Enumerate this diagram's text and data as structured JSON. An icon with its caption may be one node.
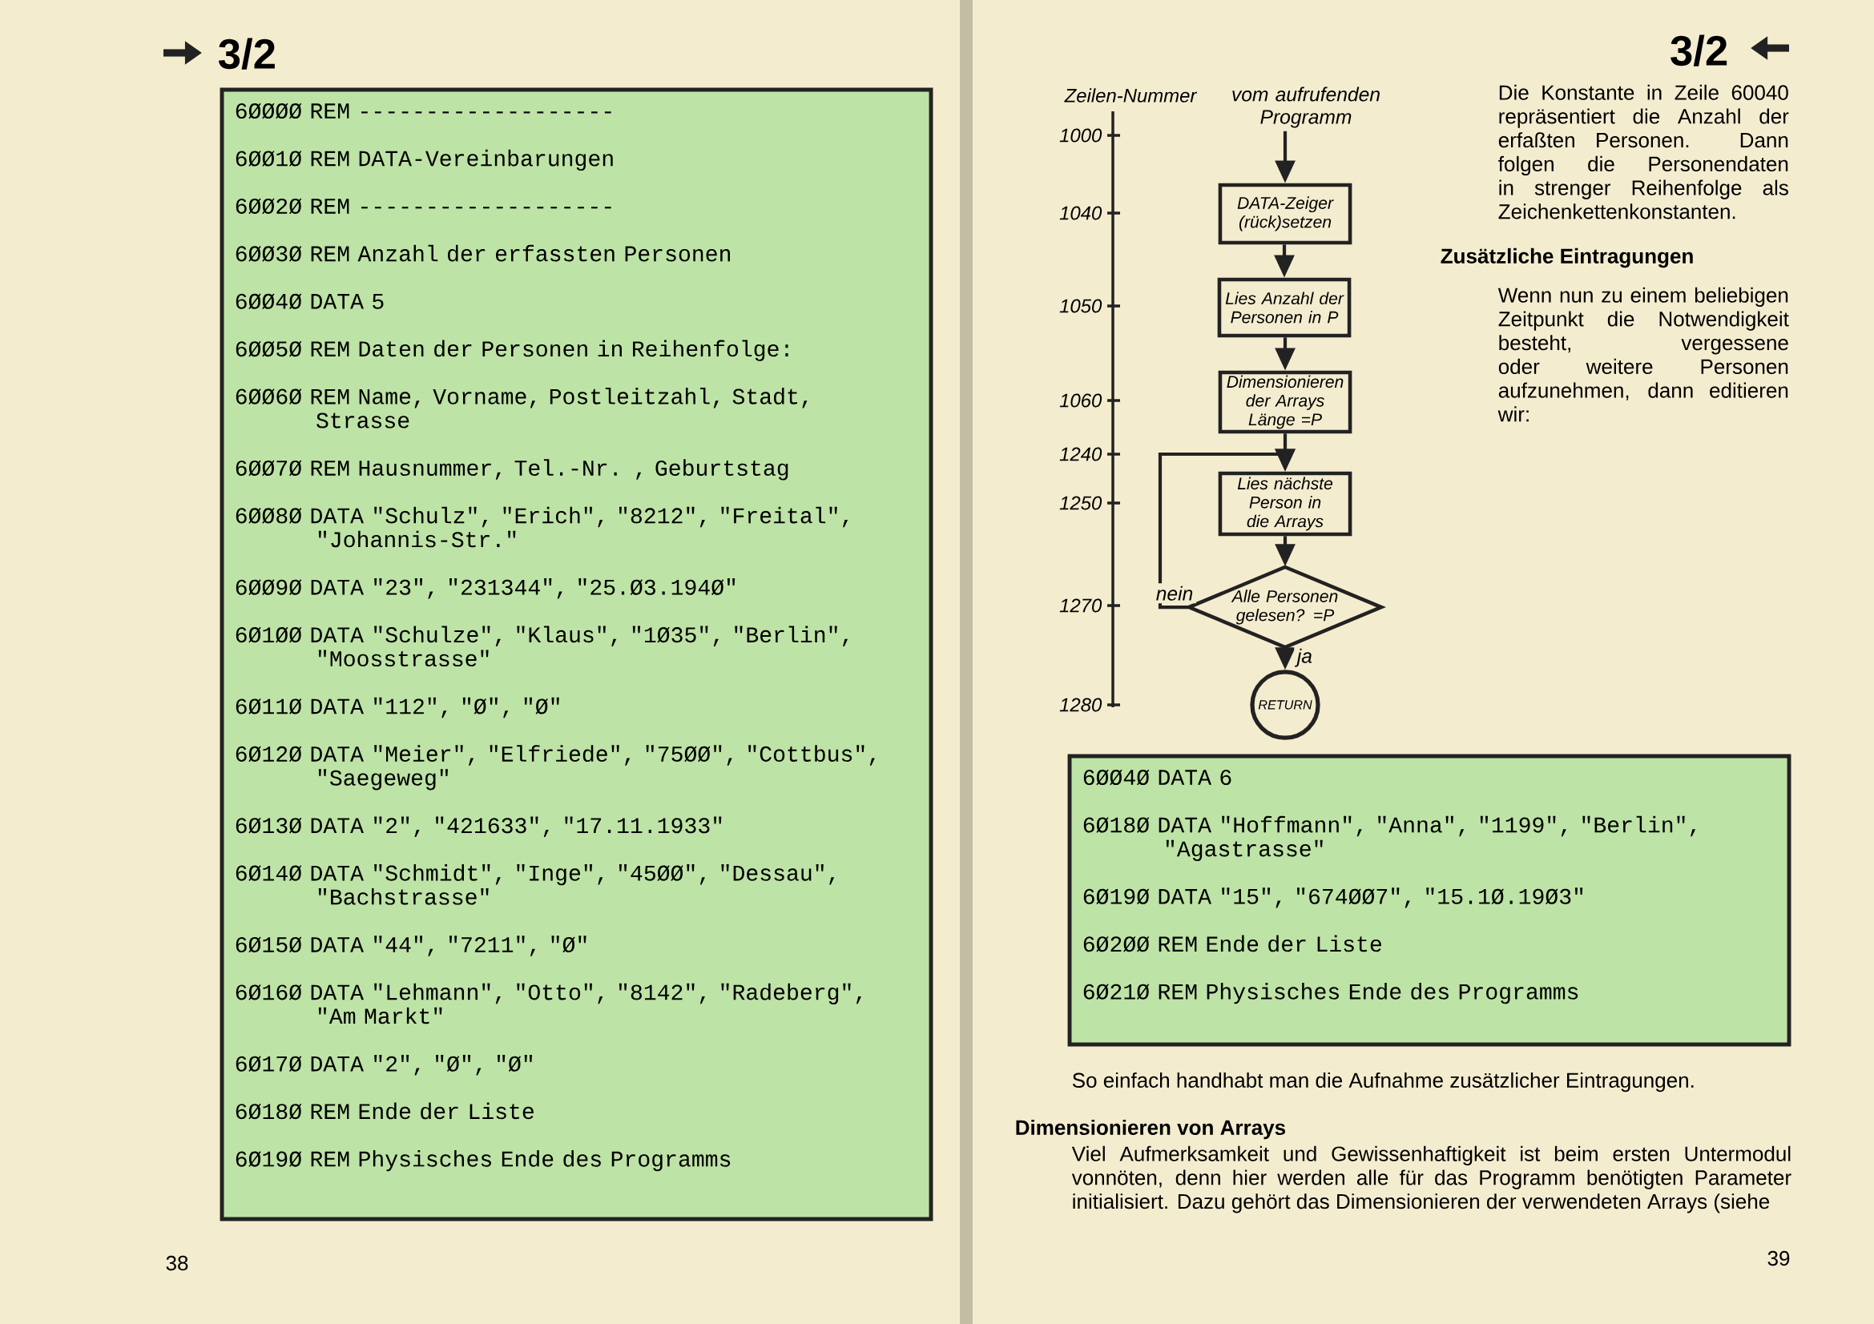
{
  "diagram": {
    "nodes": [
      {
        "text": [
          "6ØØØØ REM -------------------",
          "6ØØ1Ø REM DATA-Vereinbarungen",
          "6ØØ2Ø REM -------------------",
          "6ØØ3Ø REM Anzahl der erfassten Personen",
          "6ØØ4Ø DATA 5",
          "6ØØ5Ø REM Daten der Personen in Reihenfolge:",
          "6ØØ6Ø REM Name, Vorname, Postleitzahl, Stadt, Strasse",
          "6ØØ7Ø REM Hausnummer, Tel.-Nr. , Geburtstag",
          "6ØØ8Ø DATA \"Schulz\", \"Erich\", \"8212\", \"Freital\", \"Johannis-Str.\"",
          "6ØØ9Ø DATA \"23\", \"231344\", \"25.Ø3.194Ø\"",
          "6Ø1ØØ DATA \"Schulze\", \"Klaus\", \"1Ø35\", \"Berlin\", \"Moosstrasse\"",
          "6Ø11Ø DATA \"112\", \"Ø\", \"Ø\"",
          "6Ø12Ø DATA \"Meier\", \"Elfriede\", \"75ØØ\", \"Cottbus\", \"Saegeweg\"",
          "6Ø13Ø DATA \"2\", \"421633\", \"17.11.1933\"",
          "6Ø14Ø DATA \"Schmidt\", \"Inge\", \"45ØØ\", \"Dessau\", \"Bachstrasse\"",
          "6Ø15Ø DATA \"44\", \"7211\", \"Ø\"",
          "6Ø16Ø DATA \"Lehmann\", \"Otto\", \"8142\", \"Radeberg\", \"Am Markt\"",
          "6Ø17Ø DATA \"2\", \"Ø\", \"Ø\"",
          "6Ø18Ø REM Ende der Liste",
          "6Ø19Ø REM Physisches Ende des Programms"
        ]
      },
      {
        "text": [
          "vom aufrufenden Programm"
        ]
      },
      {
        "text": [
          "DATA-Zeiger (rück)setzen"
        ]
      },
      {
        "text": [
          "Lies Anzahl der Personen in P"
        ]
      },
      {
        "text": [
          "Dimensionieren der Arrays Länge =P"
        ]
      },
      {
        "text": [
          "Lies nächste Person in die Arrays"
        ]
      },
      {
        "text": [
          "Alle Personen gelesen? =P"
        ]
      },
      {
        "text": [
          "RETURN"
        ]
      },
      {
        "text": [
          "6ØØ4Ø DATA 6",
          "6Ø18Ø DATA \"Hoffmann\", \"Anna\", \"1199\", \"Berlin\", \"Agastrasse\"",
          "6Ø19Ø DATA \"15\", \"674ØØ7\", \"15.1Ø.19Ø3\"",
          "6Ø2ØØ REM Ende der Liste",
          "6Ø21Ø REM Physisches Ende des Programms"
        ]
      }
    ],
    "edges": [
      {
        "from": 1,
        "to": 2,
        "arrow": "to"
      },
      {
        "from": 2,
        "to": 3,
        "arrow": "to"
      },
      {
        "from": 3,
        "to": 4,
        "arrow": "to"
      },
      {
        "from": 4,
        "to": 5,
        "arrow": "to"
      },
      {
        "from": 5,
        "to": 6,
        "arrow": "to"
      },
      {
        "from": 6,
        "to": 5,
        "arrow": "to",
        "label": "nein"
      },
      {
        "from": 6,
        "to": 7,
        "arrow": "to",
        "label": "ja"
      }
    ],
    "labels": [
      "3/2",
      "38",
      "Zeilen-Nummer",
      "1000",
      "1040",
      "1050",
      "1060",
      "1240",
      "1250",
      "1270",
      "1280",
      "3/2",
      "Die Konstante in Zeile 60040 repräsentiert die Anzahl der erfaßten Personen. Dann folgen die Personendaten in strenger Reihenfolge als Zeichenkettenkonstanten.",
      "Zusätzliche Eintragungen",
      "Wenn nun zu einem beliebigen Zeitpunkt die Notwendigkeit besteht, vergessene oder weitere Personen aufzunehmen, dann editieren wir:",
      "So einfach handhabt man die Aufnahme zusätzlicher Eintragungen.",
      "Dimensionieren von Arrays",
      "Viel Aufmerksamkeit und Gewissenhaftigkeit ist beim ersten Untermodul vonnöten, denn hier werden alle für das Programm benötigten Parameter initialisiert. Dazu gehört das Dimensionieren der verwendeten Arrays (siehe",
      "39"
    ]
  }
}
